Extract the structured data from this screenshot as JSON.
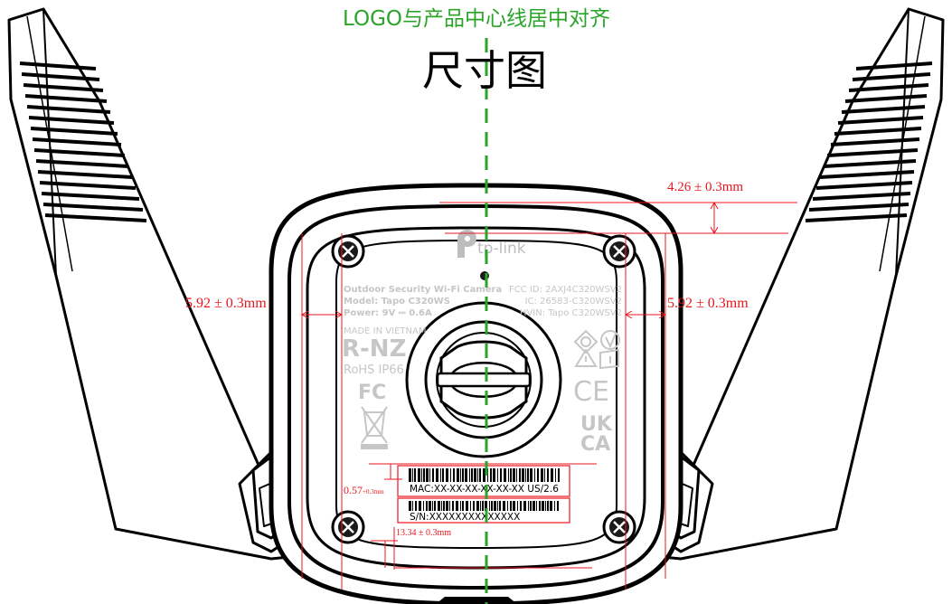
{
  "header": {
    "logo_note": "LOGO与产品中心线居中对齐",
    "title": "尺寸图"
  },
  "brand": {
    "logo_text": "tp-link"
  },
  "label": {
    "left_lines": [
      "Outdoor Security Wi-Fi Camera",
      "Model: Tapo C320WS",
      "Power: 9V ⎓ 0.6A",
      "MADE IN VIETNAM"
    ],
    "right_lines": [
      "FCC ID: 2AXJ4C320WSV2",
      "IC: 26583-C320WSV2",
      "HVIN: Tapo C320WSV2"
    ],
    "rnz": "R-NZ",
    "rohs": "RoHS IP66",
    "fc": "FC",
    "ce": "CE",
    "ukca_top": "UK",
    "ukca_bottom": "CA"
  },
  "barcodes": {
    "mac_text": "MAC:XX-XX-XX-XX-XX-XX   US/2.6",
    "sn_text": "S/N:XXXXXXXXXXXXXX"
  },
  "dimensions": {
    "top": "4.26 ± 0.3mm",
    "left": "5.92 ± 0.3mm",
    "right": "5.92 ± 0.3mm",
    "small_prefix": "0.57",
    "small_suffix": "+0.3mm",
    "bottom": "13.34 ± 0.3mm"
  },
  "colors": {
    "dimension": "#e8171f",
    "centerline": "#2aa52a",
    "outline": "#000000",
    "label_grey": "#cfcfcf"
  }
}
